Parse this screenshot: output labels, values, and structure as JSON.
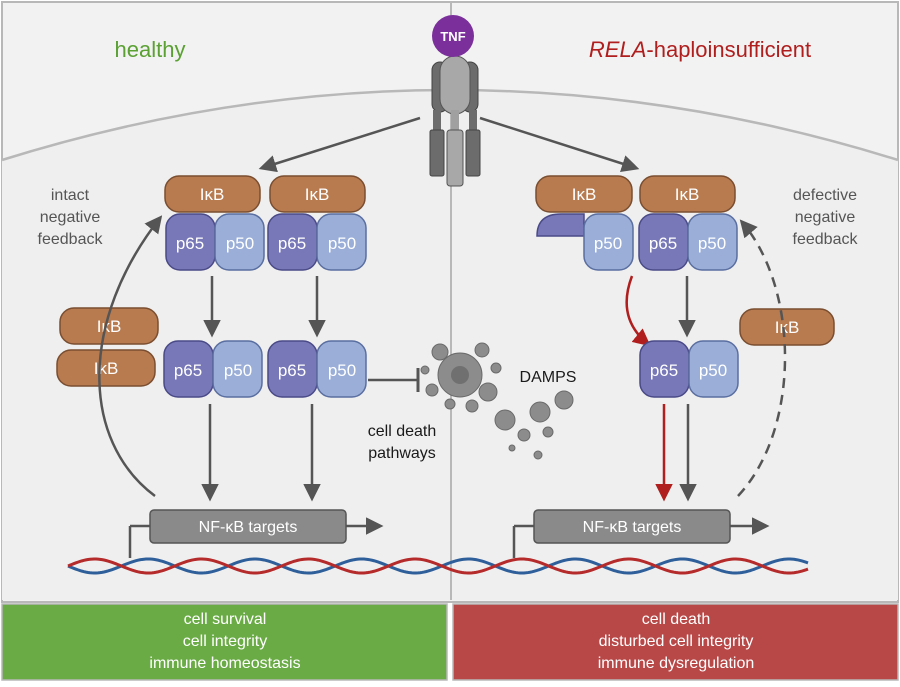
{
  "left_title": "healthy",
  "right_title_italic": "RELA",
  "right_title_rest": "-haploinsufficient",
  "receptor_label": "TNF",
  "ikb": "IκB",
  "p65": "p65",
  "p50": "p50",
  "targets_label": "NF-κB targets",
  "left_feedback": [
    "intact",
    "negative",
    "feedback"
  ],
  "right_feedback": [
    "defective",
    "negative",
    "feedback"
  ],
  "damps_label": "DAMPS",
  "cell_death_label": [
    "cell death",
    "pathways"
  ],
  "left_outcomes": [
    "cell survival",
    "cell integrity",
    "immune homeostasis"
  ],
  "right_outcomes": [
    "cell death",
    "disturbed cell integrity",
    "immune dysregulation"
  ],
  "colors": {
    "healthy": "#5aa032",
    "rela": "#b01e1e",
    "ikb": "#b87a4f",
    "p65": "#7878b8",
    "p50": "#9aaed8",
    "footer_left": "#6aab46",
    "footer_right": "#b84848"
  }
}
